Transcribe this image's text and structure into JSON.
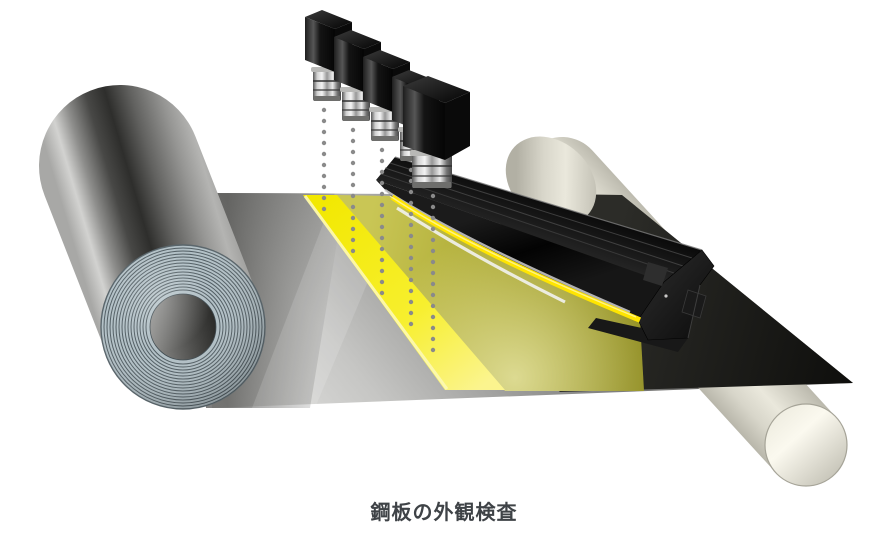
{
  "caption": {
    "text": "鋼板の外観検査"
  },
  "scene": {
    "camera_count": 5,
    "sight_line_count": 5,
    "objects": [
      "steel-coil",
      "steel-sheet",
      "line-scan-cameras",
      "camera-sight-lines",
      "line-light",
      "illuminated-scan-line",
      "light-glow",
      "conveyor-roller"
    ]
  },
  "colors": {
    "background": "#ffffff",
    "caption_text": "#3f4347",
    "scan_line_yellow": "#f4ea00",
    "emission_yellow": "#ffe500",
    "glow_olive": "#a3a02c",
    "sheet_silver": "#d9d9d7",
    "sheet_dark": "#161614",
    "coil_ring_blue_gray": "#b2c0c6",
    "roller_ivory": "#dcdacf",
    "sight_dot_gray": "#8a8a8a",
    "camera_black": "#141414"
  }
}
